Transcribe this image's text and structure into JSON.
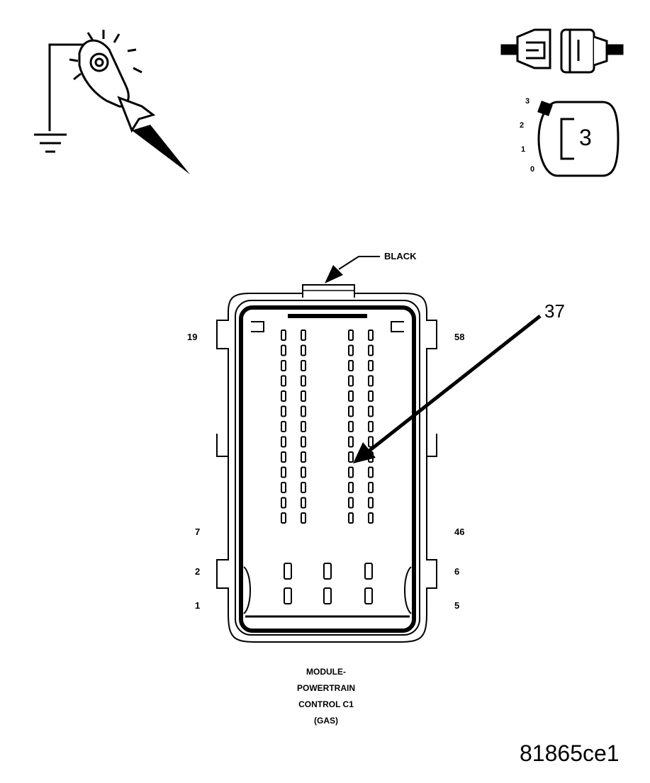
{
  "figure_id": "81865ce1",
  "callout_pin": "37",
  "housing_color_label": "BLACK",
  "pin_labels": {
    "top_left": "19",
    "top_right": "58",
    "mid_left": "7",
    "mid_right": "46",
    "row2_left": "2",
    "row2_right": "6",
    "row1_left": "1",
    "row1_right": "5"
  },
  "connector_caption": [
    "MODULE-",
    "POWERTRAIN",
    "CONTROL C1",
    "(GAS)"
  ],
  "ignition_key": {
    "positions": [
      "3",
      "2",
      "1",
      "0"
    ],
    "selected": "3"
  },
  "icons": [
    "test-light-to-ground-icon",
    "disconnect-connector-icon",
    "ignition-switch-position-3-icon"
  ]
}
